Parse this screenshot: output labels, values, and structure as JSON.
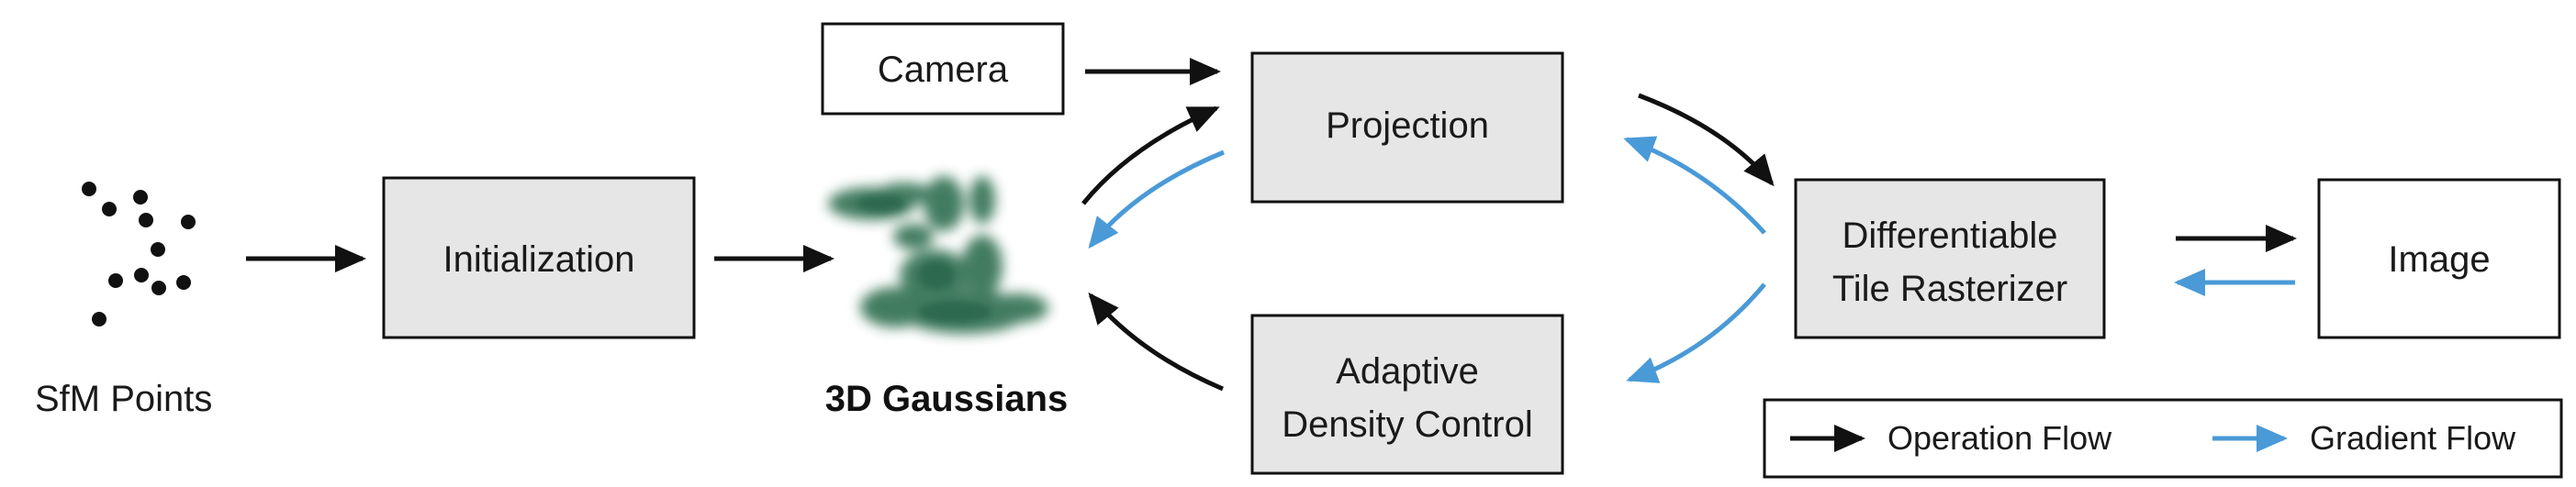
{
  "nodes": {
    "sfm_points_label": "SfM Points",
    "initialization": "Initialization",
    "gaussians_label": "3D Gaussians",
    "camera": "Camera",
    "projection": "Projection",
    "adaptive_line1": "Adaptive",
    "adaptive_line2": "Density Control",
    "rasterizer_line1": "Differentiable",
    "rasterizer_line2": "Tile Rasterizer",
    "image": "Image"
  },
  "legend": {
    "operation": "Operation Flow",
    "gradient": "Gradient Flow"
  },
  "colors": {
    "operation_flow": "#111111",
    "gradient_flow": "#4a9ad8",
    "gray_box_fill": "#e6e6e6",
    "gaussian_green": "#2e6e50"
  }
}
